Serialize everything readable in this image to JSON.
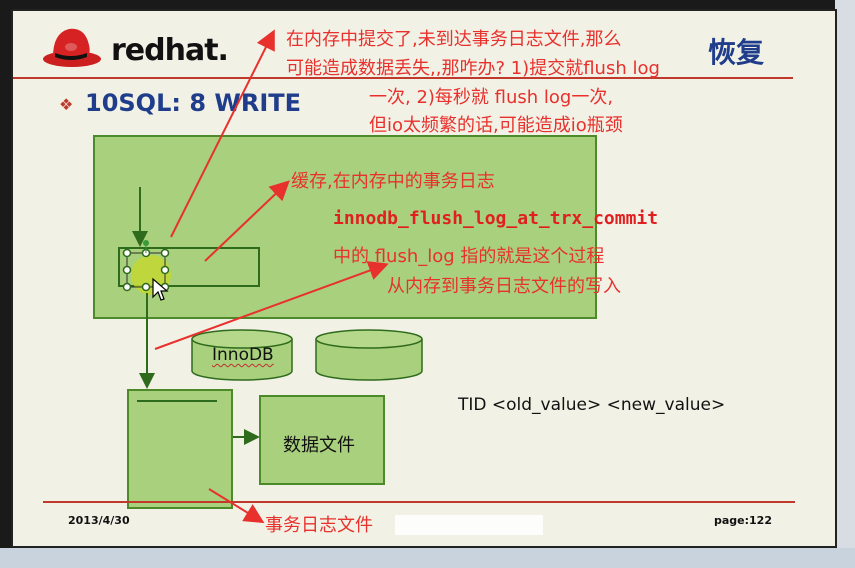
{
  "header": {
    "logo_text": "redhat.",
    "title": "恢复",
    "bullet": "❖",
    "slide_heading": "10SQL: 8 WRITE"
  },
  "notes": {
    "top_line1": "在内存中提交了,未到达事务日志文件,那么",
    "top_line2": "可能造成数据丢失,,那咋办? 1)提交就flush log",
    "top_line3": "一次, 2)每秒就 flush log一次,",
    "top_line4": "但io太频繁的话,可能造成io瓶颈",
    "cache_note": "缓存,在内存中的事务日志",
    "param_name": "innodb_flush_log_at_trx_commit",
    "flush_line1": "中的 flush_log 指的就是这个过程",
    "flush_line2": "从内存到事务日志文件的写入",
    "log_file_note": "事务日志文件"
  },
  "diagram": {
    "innodb_label": "InnoDB",
    "data_file_label": "数据文件",
    "tid_text": "TID <old_value> <new_value>"
  },
  "footer": {
    "date": "2013/4/30",
    "page": "page:122"
  },
  "colors": {
    "accent_red": "#e8312d",
    "box_green": "#a9d07c",
    "box_border": "#4c8a2a",
    "title_blue": "#1f3d8a",
    "rule_red": "#c0392b"
  }
}
